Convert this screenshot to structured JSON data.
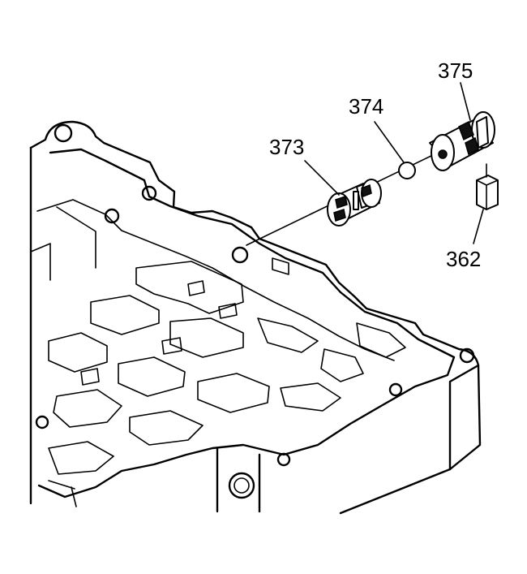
{
  "labels": {
    "part_373": "373",
    "part_374": "374",
    "part_375": "375",
    "part_362": "362"
  }
}
